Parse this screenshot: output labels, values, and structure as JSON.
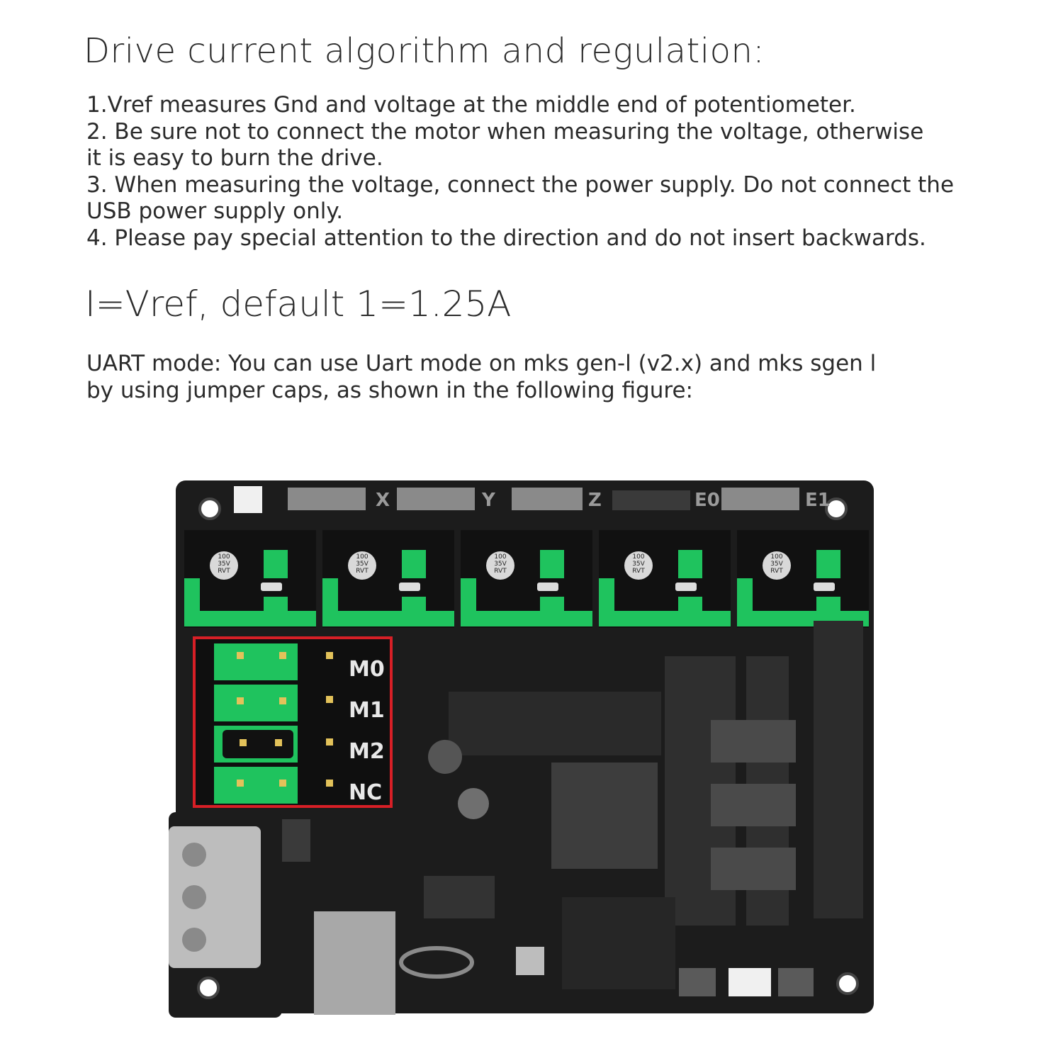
{
  "heading": "Drive current algorithm and regulation:",
  "steps": [
    "1.Vref measures Gnd and voltage at the middle end of potentiometer.",
    "2. Be sure not to connect the motor when measuring the voltage, otherwise",
    "it is easy to burn the drive.",
    "3. When measuring the voltage, connect the power supply. Do not connect the",
    "USB power supply only.",
    "4. Please pay special attention to the direction and do not insert backwards."
  ],
  "formula": "I=Vref, default 1=1.25A",
  "uart_text": [
    "UART mode: You can use Uart mode on mks gen-l (v2.x) and mks sgen l",
    "by using jumper caps, as shown in the following figure:"
  ],
  "board": {
    "axis_labels": [
      "X",
      "Y",
      "Z",
      "E0",
      "E1"
    ],
    "driver_capacitor": [
      "100",
      "35V",
      "RVT"
    ],
    "pin_labels": [
      "M0",
      "M1",
      "M2",
      "NC"
    ],
    "colors": {
      "board": "#1c1c1c",
      "header": "#1fc35e",
      "highlight": "#d71f26",
      "text": "#2b2b2b"
    }
  }
}
